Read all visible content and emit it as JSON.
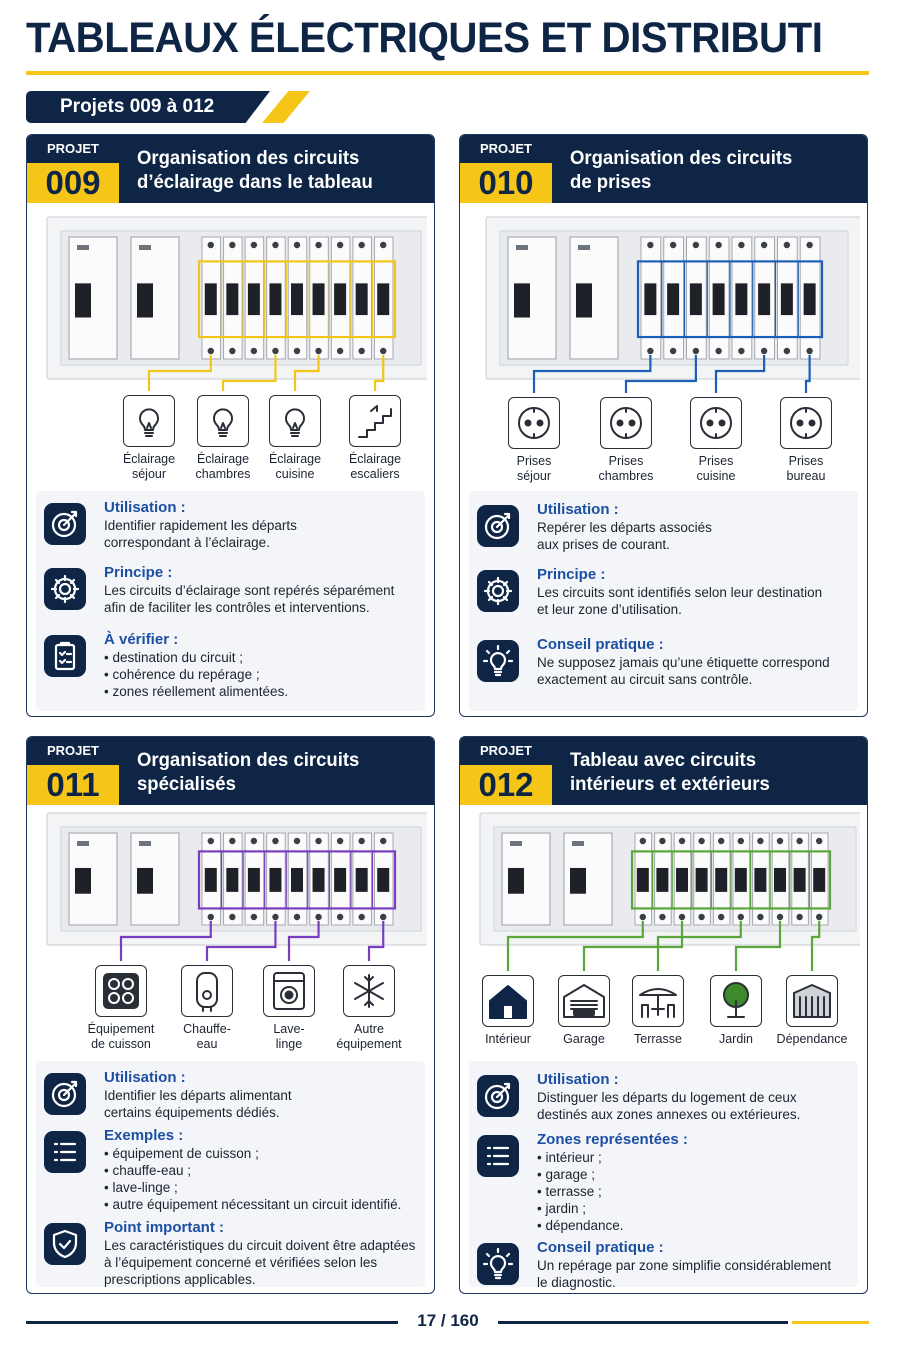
{
  "page": {
    "title": "TABLEAUX ÉLECTRIQUES ET DISTRIBUTION",
    "section": "Projets 009 à 012",
    "page_number": "17 / 160"
  },
  "colors": {
    "navy": "#0f2546",
    "yellow": "#f5c518",
    "heading_blue": "#1d4fa3",
    "lighting": "#f2c619",
    "sockets": "#1d5fb8",
    "specialized": "#7a3dc2",
    "indoor_outdoor": "#5ba63a"
  },
  "projects": [
    {
      "label": "PROJET",
      "number": "009",
      "title_lines": [
        "Organisation des circuits",
        "d’éclairage dans le tableau"
      ],
      "highlight": "lighting",
      "devices": [
        {
          "icon": "light-bulb-icon",
          "lines": [
            "Éclairage",
            "séjour"
          ]
        },
        {
          "icon": "light-bulb-icon",
          "lines": [
            "Éclairage",
            "chambres"
          ]
        },
        {
          "icon": "light-bulb-icon",
          "lines": [
            "Éclairage",
            "cuisine"
          ]
        },
        {
          "icon": "stairs-icon",
          "lines": [
            "Éclairage",
            "escaliers"
          ]
        }
      ],
      "info": [
        {
          "icon": "target-icon",
          "heading": "Utilisation :",
          "lines": [
            "Identifier rapidement les départs",
            "correspondant à l’éclairage."
          ]
        },
        {
          "icon": "gear-icon",
          "heading": "Principe :",
          "lines": [
            "Les circuits d’éclairage sont repérés séparément",
            "afin de faciliter les contrôles et interventions."
          ]
        },
        {
          "icon": "clipboard-check-icon",
          "heading": "À vérifier :",
          "lines": [
            "• destination du circuit ;",
            "• cohérence du repérage ;",
            "• zones réellement alimentées."
          ]
        }
      ]
    },
    {
      "label": "PROJET",
      "number": "010",
      "title_lines": [
        "Organisation des circuits",
        "de prises"
      ],
      "highlight": "sockets",
      "devices": [
        {
          "icon": "socket-icon",
          "lines": [
            "Prises",
            "séjour"
          ]
        },
        {
          "icon": "socket-icon",
          "lines": [
            "Prises",
            "chambres"
          ]
        },
        {
          "icon": "socket-icon",
          "lines": [
            "Prises",
            "cuisine"
          ]
        },
        {
          "icon": "socket-icon",
          "lines": [
            "Prises",
            "bureau"
          ]
        }
      ],
      "info": [
        {
          "icon": "target-icon",
          "heading": "Utilisation :",
          "lines": [
            "Repérer les départs associés",
            "aux prises de courant."
          ]
        },
        {
          "icon": "gear-icon",
          "heading": "Principe :",
          "lines": [
            "Les circuits sont identifiés selon leur destination",
            "et leur zone d’utilisation."
          ]
        },
        {
          "icon": "lightbulb-tip-icon",
          "heading": "Conseil pratique :",
          "lines": [
            "Ne supposez jamais qu’une étiquette correspond",
            "exactement au circuit sans contrôle."
          ]
        }
      ]
    },
    {
      "label": "PROJET",
      "number": "011",
      "title_lines": [
        "Organisation des circuits",
        "spécialisés"
      ],
      "highlight": "specialized",
      "devices": [
        {
          "icon": "cooktop-icon",
          "lines": [
            "Équipement",
            "de cuisson"
          ]
        },
        {
          "icon": "water-heater-icon",
          "lines": [
            "Chauffe-",
            "eau"
          ]
        },
        {
          "icon": "washing-machine-icon",
          "lines": [
            "Lave-",
            "linge"
          ]
        },
        {
          "icon": "snowflake-icon",
          "lines": [
            "Autre",
            "équipement"
          ]
        }
      ],
      "info": [
        {
          "icon": "target-icon",
          "heading": "Utilisation :",
          "lines": [
            "Identifier les départs alimentant",
            "certains équipements dédiés."
          ]
        },
        {
          "icon": "list-icon",
          "heading": "Exemples :",
          "lines": [
            "• équipement de cuisson ;",
            "• chauffe-eau ;",
            "• lave-linge ;",
            "• autre équipement nécessitant un circuit identifié."
          ]
        },
        {
          "icon": "shield-check-icon",
          "heading": "Point important :",
          "lines": [
            "Les caractéristiques du circuit doivent être adaptées",
            "à l’équipement concerné et vérifiées selon les",
            "prescriptions applicables."
          ]
        }
      ]
    },
    {
      "label": "PROJET",
      "number": "012",
      "title_lines": [
        "Tableau avec circuits",
        "intérieurs et extérieurs"
      ],
      "highlight": "indoor_outdoor",
      "devices": [
        {
          "icon": "house-icon",
          "lines": [
            "Intérieur"
          ]
        },
        {
          "icon": "garage-icon",
          "lines": [
            "Garage"
          ]
        },
        {
          "icon": "terrace-icon",
          "lines": [
            "Terrasse"
          ]
        },
        {
          "icon": "tree-icon",
          "lines": [
            "Jardin"
          ]
        },
        {
          "icon": "shed-icon",
          "lines": [
            "Dépendance"
          ]
        }
      ],
      "info": [
        {
          "icon": "target-icon",
          "heading": "Utilisation :",
          "lines": [
            "Distinguer les départs du logement de ceux",
            "destinés aux zones annexes ou extérieures."
          ]
        },
        {
          "icon": "list-icon",
          "heading": "Zones représentées :",
          "lines": [
            "• intérieur ;",
            "• garage ;",
            "• terrasse ;",
            "• jardin ;",
            "• dépendance."
          ]
        },
        {
          "icon": "lightbulb-tip-icon",
          "heading": "Conseil pratique :",
          "lines": [
            "Un repérage par zone simplifie considérablement",
            "le diagnostic."
          ]
        }
      ]
    }
  ]
}
